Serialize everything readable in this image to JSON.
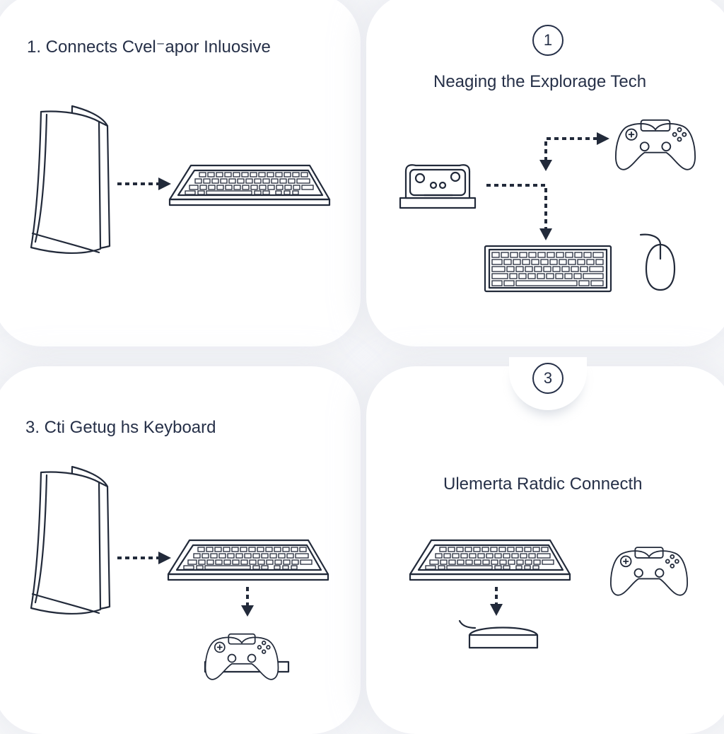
{
  "panels": [
    {
      "title": "1. Connects Cvel⁻apor Inluosive"
    },
    {
      "title": "Neaging the Explorage Tech",
      "badge": "1"
    },
    {
      "title": "3. Cti Getug hs Keyboard"
    },
    {
      "title": "Ulemerta Ratdic Connecth",
      "badge": "3"
    }
  ]
}
